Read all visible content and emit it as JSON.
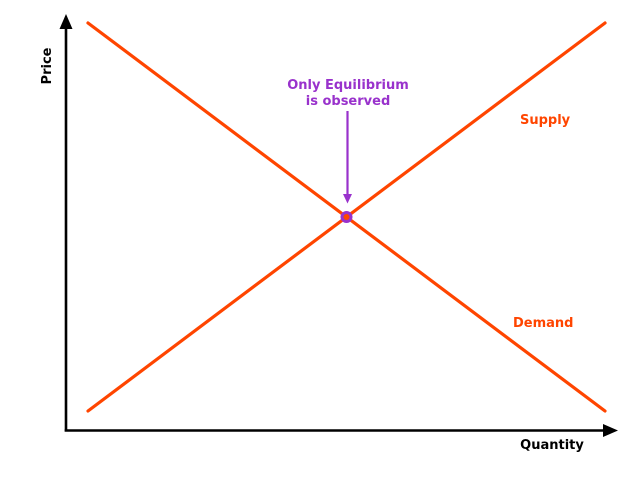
{
  "chart_data": {
    "type": "line",
    "title": "",
    "xlabel": "Quantity",
    "ylabel": "Price",
    "grid": false,
    "x_ticks": [],
    "y_ticks": [],
    "axis_arrows": true,
    "axis_color": "#000000",
    "x_range_norm": [
      0,
      100
    ],
    "y_range_norm": [
      0,
      100
    ],
    "series": [
      {
        "name": "Supply",
        "color": "#ff4500",
        "x": [
          0,
          100
        ],
        "y": [
          0,
          100
        ]
      },
      {
        "name": "Demand",
        "color": "#ff4500",
        "x": [
          0,
          100
        ],
        "y": [
          100,
          0
        ]
      }
    ],
    "equilibrium_point": {
      "x": 50,
      "y": 50,
      "marker": "o",
      "face_color": "#ff4500",
      "edge_color": "#9932cc"
    },
    "annotation": {
      "line1": "Only Equilibrium",
      "line2": "is observed",
      "color": "#9932cc",
      "arrow": "down-to-equilibrium"
    },
    "legend": "inline line labels (no legend box)"
  }
}
